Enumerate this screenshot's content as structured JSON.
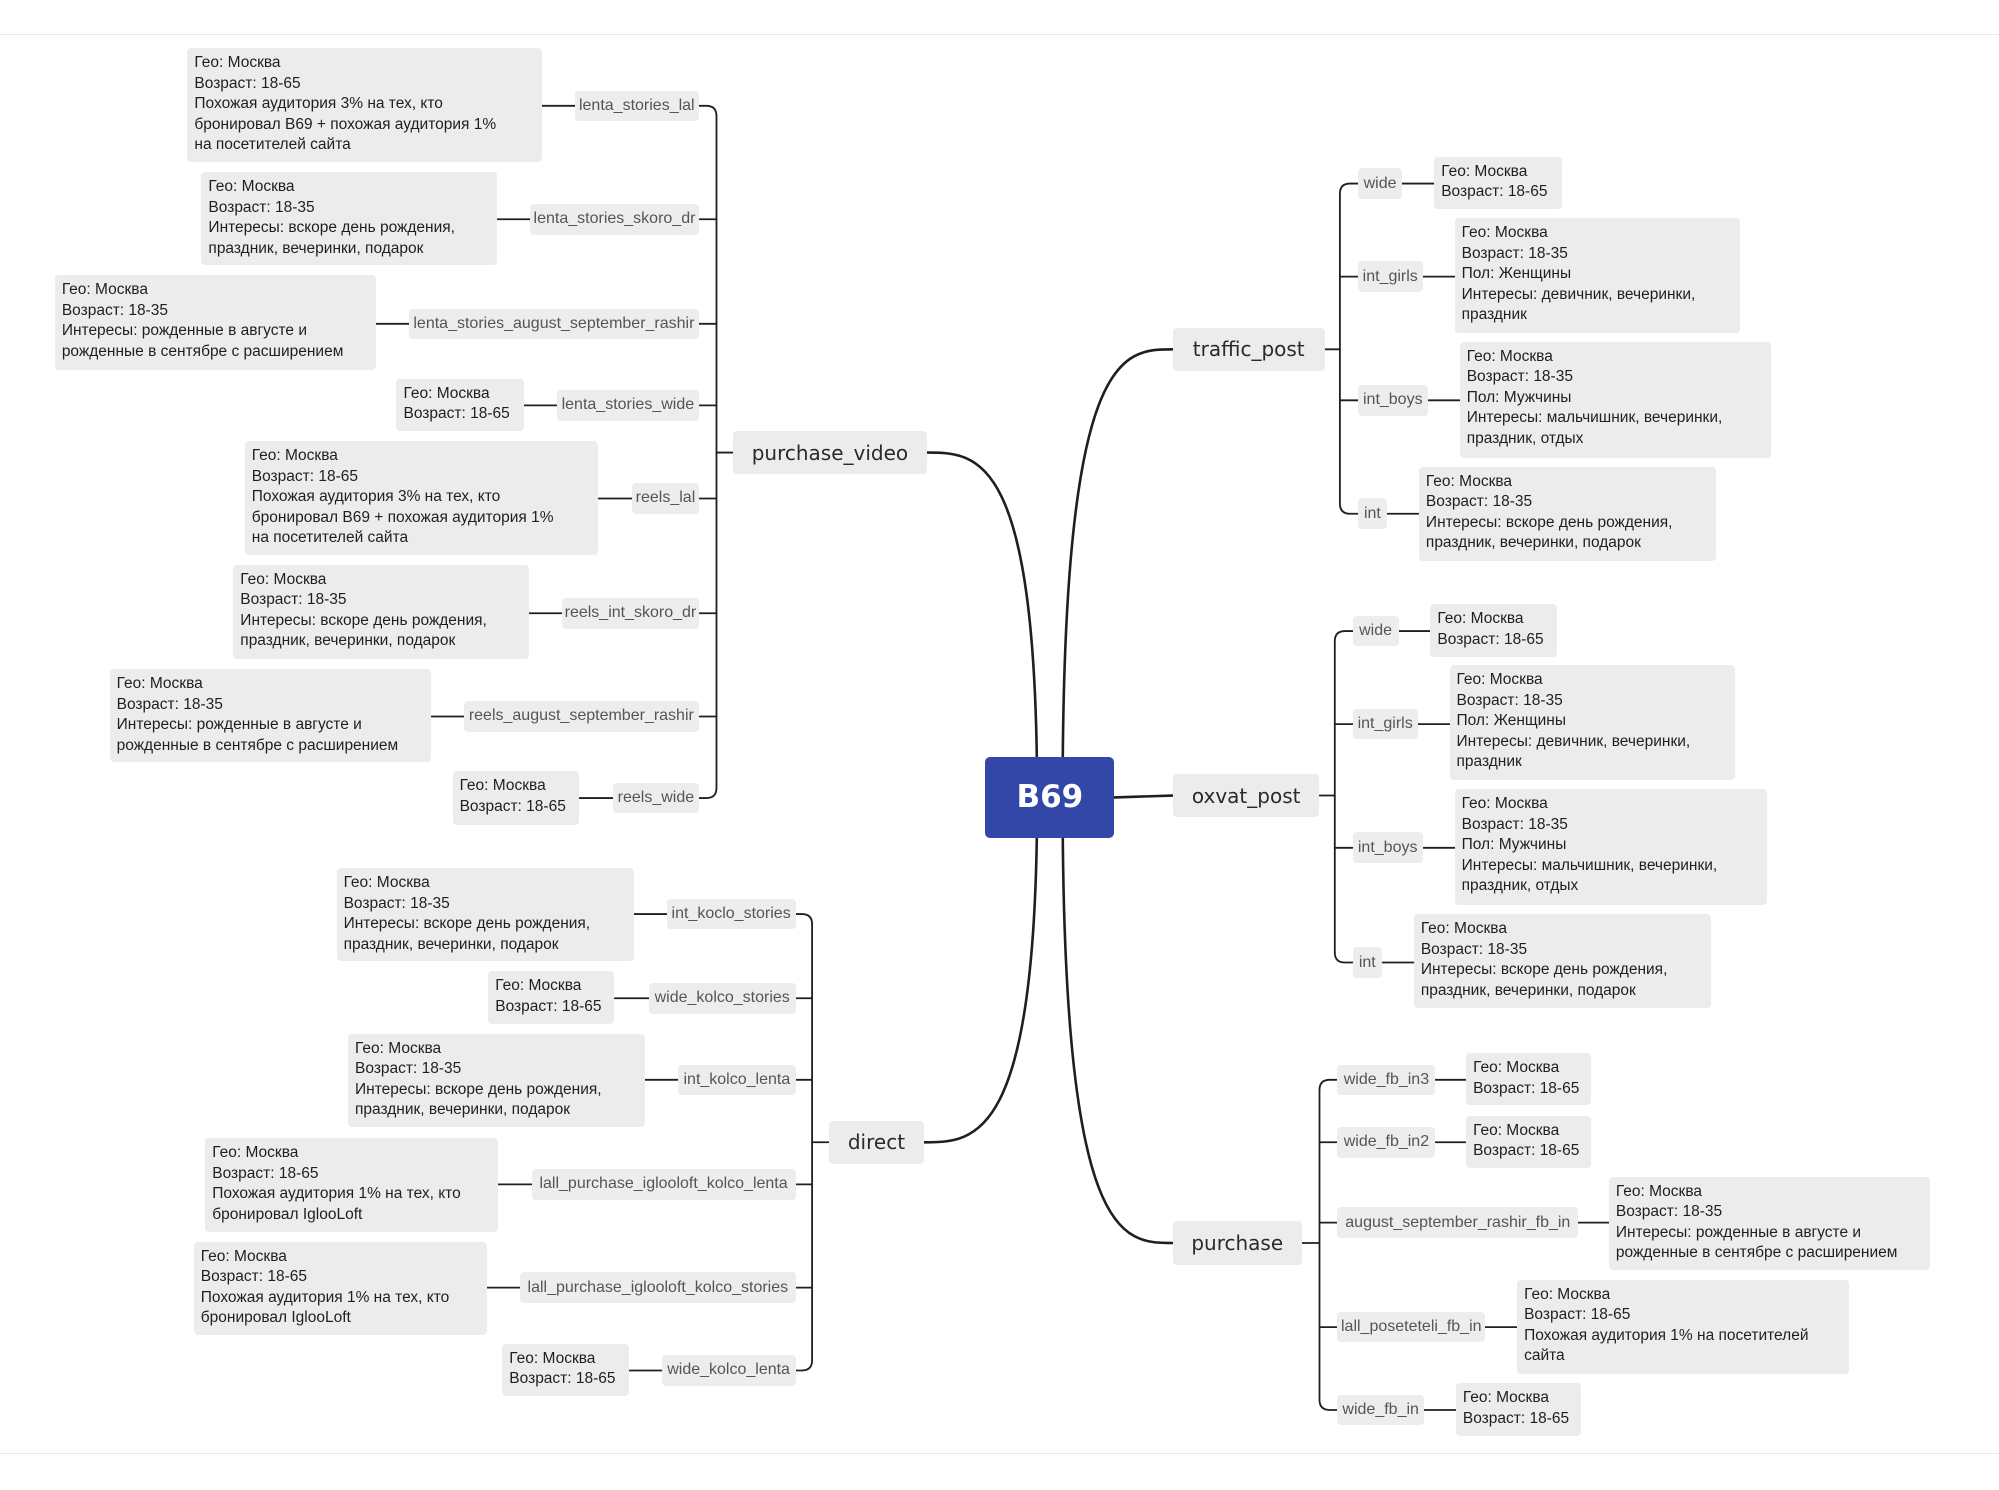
{
  "mindmap": {
    "root": "B69",
    "branches": [
      {
        "label": "purchase_video",
        "children": [
          {
            "label": "lenta_stories_lal",
            "details": [
              "Гео: Москва",
              "Возраст: 18-65",
              "Похожая аудитория 3% на тех, кто",
              "бронировал B69 + похожая аудитория 1%",
              "на посетителей сайта"
            ]
          },
          {
            "label": "lenta_stories_skoro_dr",
            "details": [
              "Гео: Москва",
              "Возраст: 18-35",
              "Интересы: вскоре день рождения,",
              "праздник, вечеринки, подарок"
            ]
          },
          {
            "label": "lenta_stories_august_september_rashir",
            "details": [
              "Гео: Москва",
              "Возраст: 18-35",
              "Интересы: рожденные в августе и",
              "рожденные в сентябре с расширением"
            ]
          },
          {
            "label": "lenta_stories_wide",
            "details": [
              "Гео: Москва",
              "Возраст: 18-65"
            ]
          },
          {
            "label": "reels_lal",
            "details": [
              "Гео: Москва",
              "Возраст: 18-65",
              "Похожая аудитория 3% на тех, кто",
              "бронировал B69 + похожая аудитория 1%",
              "на посетителей сайта"
            ]
          },
          {
            "label": "reels_int_skoro_dr",
            "details": [
              "Гео: Москва",
              "Возраст: 18-35",
              "Интересы: вскоре день рождения,",
              "праздник, вечеринки, подарок"
            ]
          },
          {
            "label": "reels_august_september_rashir",
            "details": [
              "Гео: Москва",
              "Возраст: 18-35",
              "Интересы: рожденные в августе и",
              "рожденные в сентябре с расширением"
            ]
          },
          {
            "label": "reels_wide",
            "details": [
              "Гео: Москва",
              "Возраст: 18-65"
            ]
          }
        ]
      },
      {
        "label": "direct",
        "children": [
          {
            "label": "int_koclo_stories",
            "details": [
              "Гео: Москва",
              "Возраст: 18-35",
              "Интересы: вскоре день рождения,",
              "праздник, вечеринки, подарок"
            ]
          },
          {
            "label": "wide_kolco_stories",
            "details": [
              "Гео: Москва",
              "Возраст: 18-65"
            ]
          },
          {
            "label": "int_kolco_lenta",
            "details": [
              "Гео: Москва",
              "Возраст: 18-35",
              "Интересы: вскоре день рождения,",
              "праздник, вечеринки, подарок"
            ]
          },
          {
            "label": "lall_purchase_iglooloft_kolco_lenta",
            "details": [
              "Гео: Москва",
              "Возраст: 18-65",
              "Похожая аудитория 1% на тех, кто",
              "бронировал IglooLoft"
            ]
          },
          {
            "label": "lall_purchase_iglooloft_kolco_stories",
            "details": [
              "Гео: Москва",
              "Возраст: 18-65",
              "Похожая аудитория 1% на тех, кто",
              "бронировал IglooLoft"
            ]
          },
          {
            "label": "wide_kolco_lenta",
            "details": [
              "Гео: Москва",
              "Возраст: 18-65"
            ]
          }
        ]
      },
      {
        "label": "traffic_post",
        "children": [
          {
            "label": "wide",
            "details": [
              "Гео: Москва",
              "Возраст: 18-65"
            ]
          },
          {
            "label": "int_girls",
            "details": [
              "Гео: Москва",
              "Возраст: 18-35",
              "Пол: Женщины",
              "Интересы: девичник, вечеринки,",
              "праздник"
            ]
          },
          {
            "label": "int_boys",
            "details": [
              "Гео: Москва",
              "Возраст: 18-35",
              "Пол: Мужчины",
              "Интересы: мальчишник, вечеринки,",
              "праздник, отдых"
            ]
          },
          {
            "label": "int",
            "details": [
              "Гео: Москва",
              "Возраст: 18-35",
              "Интересы: вскоре день рождения,",
              "праздник, вечеринки, подарок"
            ]
          }
        ]
      },
      {
        "label": "oxvat_post",
        "children": [
          {
            "label": "wide",
            "details": [
              "Гео: Москва",
              "Возраст: 18-65"
            ]
          },
          {
            "label": "int_girls",
            "details": [
              "Гео: Москва",
              "Возраст: 18-35",
              "Пол: Женщины",
              "Интересы: девичник, вечеринки,",
              "праздник"
            ]
          },
          {
            "label": "int_boys",
            "details": [
              "Гео: Москва",
              "Возраст: 18-35",
              "Пол: Мужчины",
              "Интересы: мальчишник, вечеринки,",
              "праздник, отдых"
            ]
          },
          {
            "label": "int",
            "details": [
              "Гео: Москва",
              "Возраст: 18-35",
              "Интересы: вскоре день рождения,",
              "праздник, вечеринки, подарок"
            ]
          }
        ]
      },
      {
        "label": "purchase",
        "children": [
          {
            "label": "wide_fb_in3",
            "details": [
              "Гео: Москва",
              "Возраст: 18-65"
            ]
          },
          {
            "label": "wide_fb_in2",
            "details": [
              "Гео: Москва",
              "Возраст: 18-65"
            ]
          },
          {
            "label": "august_september_rashir_fb_in",
            "details": [
              "Гео: Москва",
              "Возраст: 18-35",
              "Интересы: рожденные в августе и",
              "рожденные в сентябре с расширением"
            ]
          },
          {
            "label": "lall_poseteteli_fb_in",
            "details": [
              "Гео: Москва",
              "Возраст: 18-65",
              "Похожая аудитория 1% на посетителей",
              "сайта"
            ]
          },
          {
            "label": "wide_fb_in",
            "details": [
              "Гео: Москва",
              "Возраст: 18-65"
            ]
          }
        ]
      }
    ]
  },
  "colors": {
    "root_fill": "#3347a8",
    "node_fill": "#ececec",
    "connector": "#1f1f1f"
  }
}
